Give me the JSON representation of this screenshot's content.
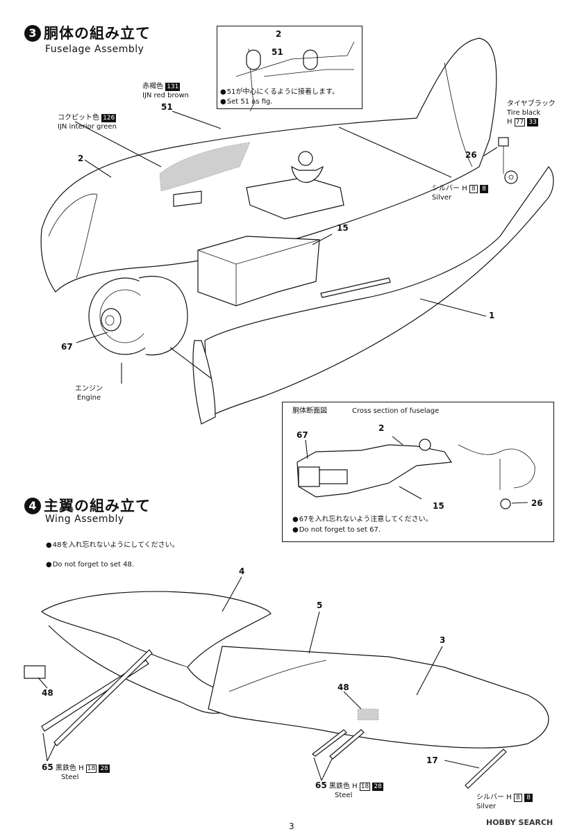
{
  "step3": {
    "number": "3",
    "title_jp": "胴体の組み立て",
    "title_en": "Fuselage Assembly",
    "labels": {
      "p51": "51",
      "p2": "2",
      "p15": "15",
      "p1": "1",
      "p67": "67",
      "p26": "26"
    },
    "paint_red": {
      "jp": "赤褐色",
      "code": "131",
      "en": "IJN red brown"
    },
    "paint_cockpit": {
      "jp": "コクピット色",
      "code": "126",
      "en": "IJN interior green"
    },
    "paint_tire": {
      "jp": "タイヤブラック",
      "en": "Tire black",
      "h": "H",
      "h_code": "77",
      "code": "33"
    },
    "paint_silver": {
      "jp": "シルバー",
      "h": "H",
      "h_code": "8",
      "code": "8",
      "en": "Silver"
    },
    "engine": {
      "jp": "エンジン",
      "en": "Engine"
    },
    "inset": {
      "p2": "2",
      "p51": "51",
      "note_jp": "51が中心にくるように接着します。",
      "note_en": "Set 51 as fig."
    },
    "cross_section": {
      "title_jp": "胴体断面図",
      "title_en": "Cross section of fuselage",
      "p67": "67",
      "p2": "2",
      "p15": "15",
      "p26": "26",
      "note_jp": "67を入れ忘れないよう注意してください。",
      "note_en": "Do not forget to set 67."
    }
  },
  "step4": {
    "number": "4",
    "title_jp": "主翼の組み立て",
    "title_en": "Wing Assembly",
    "note_jp": "48を入れ忘れないようにしてください。",
    "note_en": "Do not forget to set 48.",
    "labels": {
      "p4": "4",
      "p5": "5",
      "p3": "3",
      "p48a": "48",
      "p48b": "48",
      "p65a": "65",
      "p65b": "65",
      "p17": "17"
    },
    "paint_steel": {
      "jp": "黒鉄色",
      "h": "H",
      "h_code": "18",
      "code": "28",
      "en": "Steel"
    },
    "paint_silver": {
      "jp": "シルバー",
      "h": "H",
      "h_code": "8",
      "code": "8",
      "en": "Silver"
    }
  },
  "footer": {
    "page": "3",
    "watermark": "HOBBY SEARCH"
  }
}
